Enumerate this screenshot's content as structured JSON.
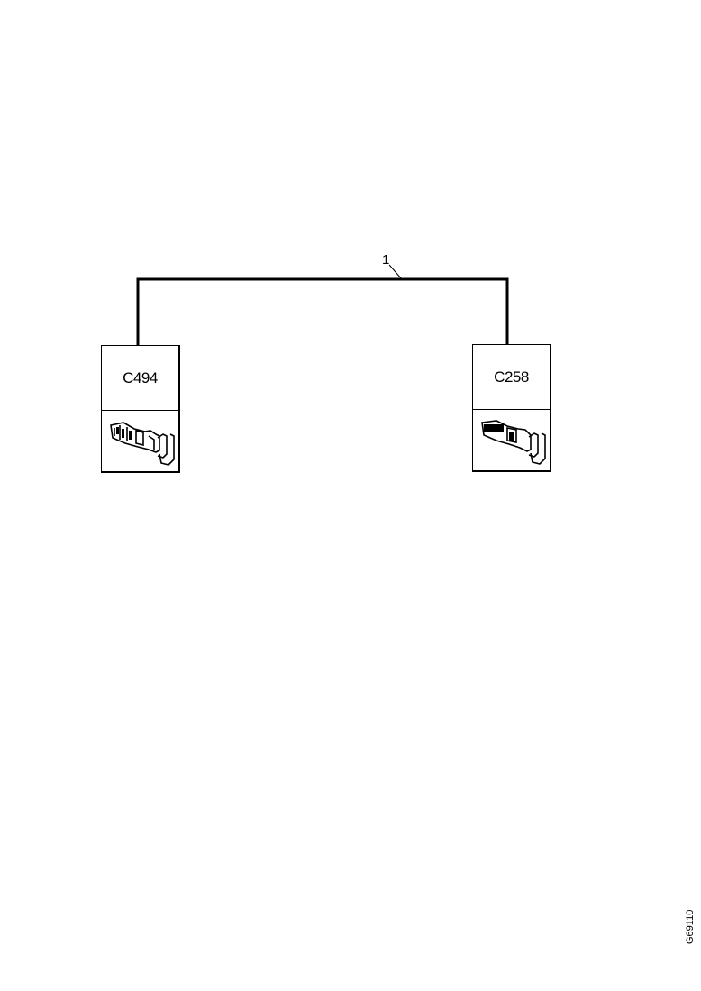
{
  "wire": {
    "label": "1"
  },
  "connectors": [
    {
      "id": "C494",
      "terminal_icon": "terminal-pin-icon"
    },
    {
      "id": "C258",
      "terminal_icon": "terminal-pin-icon"
    }
  ],
  "drawing_id": "G69110"
}
